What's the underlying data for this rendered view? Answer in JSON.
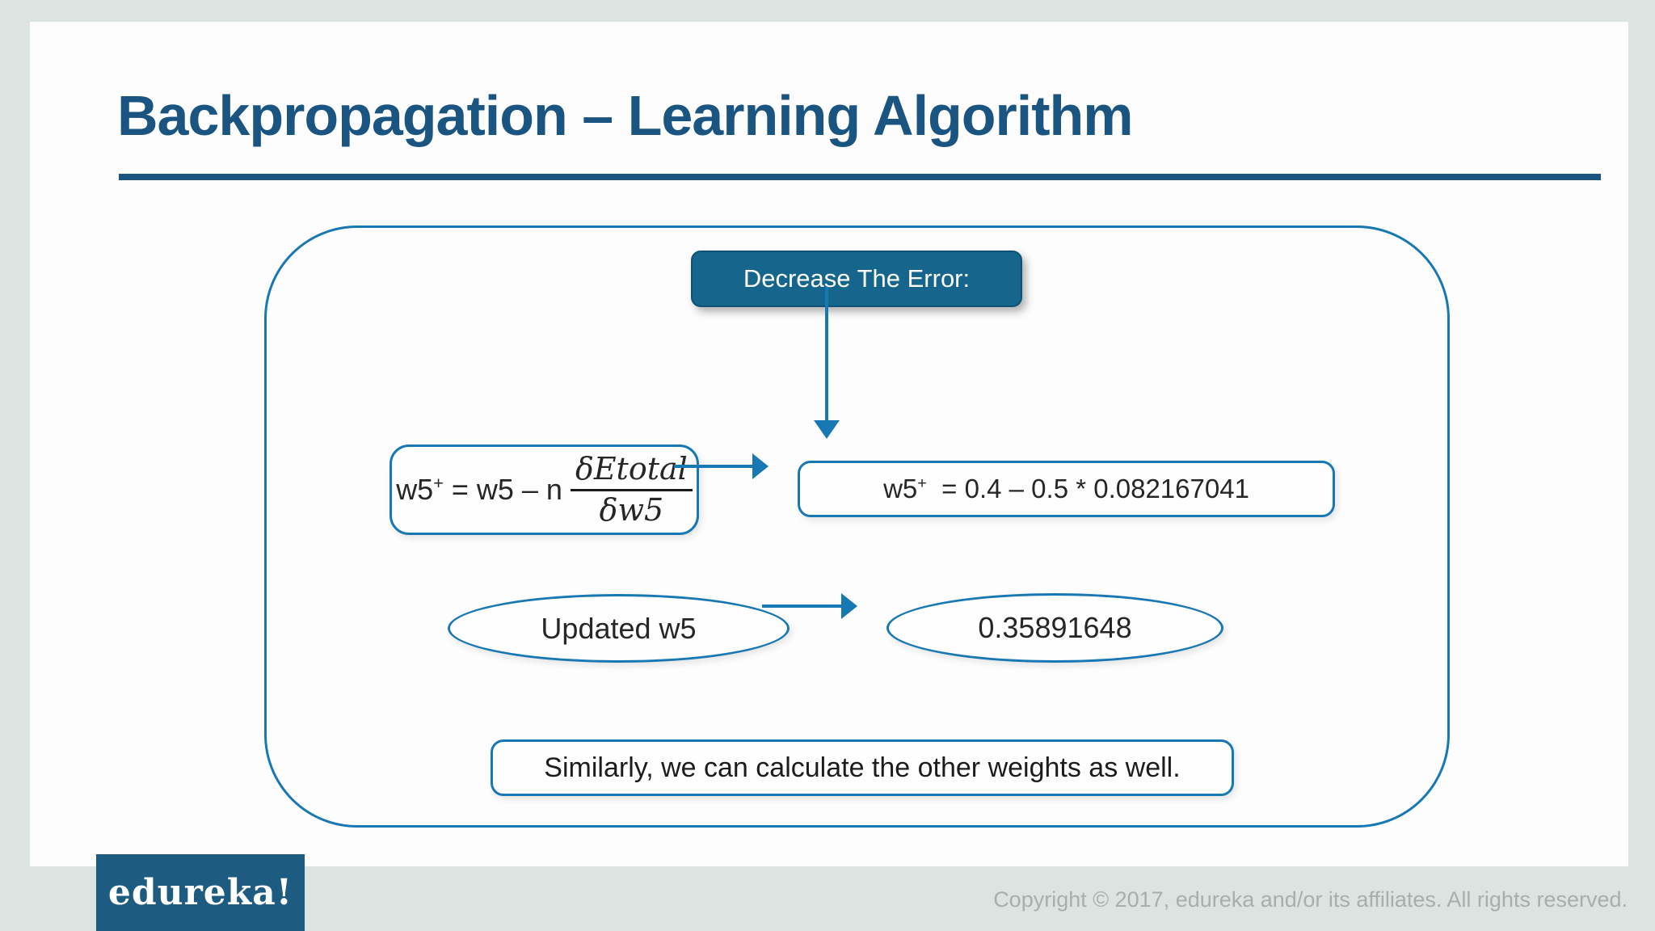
{
  "theme": {
    "page-bg": "#dde3e1",
    "slide-bg": "#fdfdfd",
    "title-color": "#1a5480",
    "accent": "#1878b4",
    "button-bg": "#15658c",
    "logo-bg": "#1d5c80",
    "muted": "#a7aeac",
    "ink": "#262626"
  },
  "header": {
    "title": "Backpropagation – Learning Algorithm"
  },
  "diagram": {
    "button_label": "Decrease The Error:",
    "formula": {
      "base": "w5",
      "sup": "+",
      "rest": " = w5 – n",
      "numerator": "δEtotal",
      "denominator": "δw5"
    },
    "calc": {
      "base": "w5",
      "sup": "+",
      "rest": "  = 0.4 – 0.5 * 0.082167041"
    },
    "updated_label": "Updated w5",
    "updated_value": "0.35891648",
    "note": "Similarly, we can calculate the other weights as well."
  },
  "footer": {
    "logo_text": "edureka!",
    "copyright": "Copyright © 2017, edureka and/or its affiliates. All rights reserved."
  }
}
